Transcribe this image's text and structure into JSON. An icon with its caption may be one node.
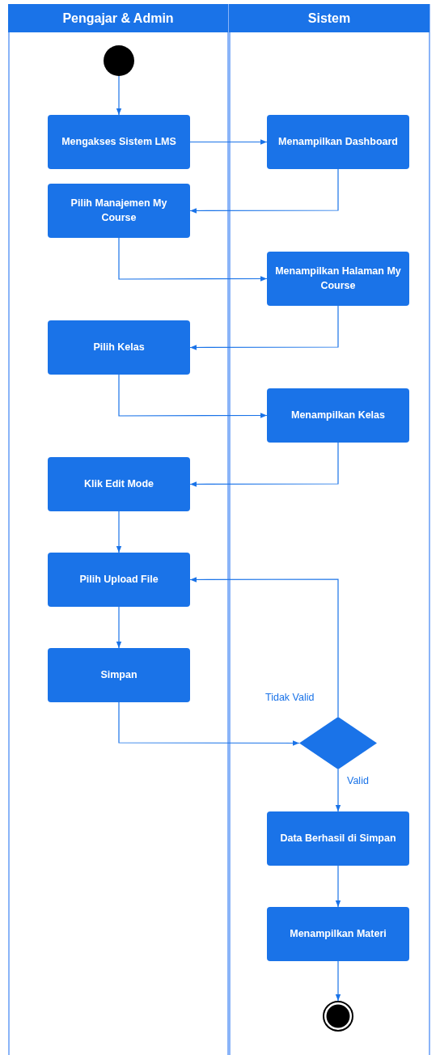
{
  "diagram": {
    "nodes": [
      {
        "text": [
          "Pengajar & Admin"
        ]
      },
      {
        "text": [
          "Sistem"
        ]
      },
      {
        "text": [],
        "shape": "circle",
        "in": 0
      },
      {
        "text": [
          "Mengakses Sistem LMS"
        ],
        "in": 0
      },
      {
        "text": [
          "Menampilkan Dashboard"
        ],
        "in": 1
      },
      {
        "text": [
          "Pilih Manajemen My Course"
        ],
        "in": 0
      },
      {
        "text": [
          "Menampilkan Halaman My Course"
        ],
        "in": 1
      },
      {
        "text": [
          "Pilih Kelas"
        ],
        "in": 0
      },
      {
        "text": [
          "Menampilkan Kelas"
        ],
        "in": 1
      },
      {
        "text": [
          "Klik Edit Mode"
        ],
        "in": 0
      },
      {
        "text": [
          "Pilih Upload File"
        ],
        "in": 0
      },
      {
        "text": [
          "Simpan"
        ],
        "in": 0
      },
      {
        "text": [],
        "shape": "diamond",
        "in": 1
      },
      {
        "text": [
          "Data Berhasil di Simpan"
        ],
        "in": 1
      },
      {
        "text": [
          "Menampilkan Materi"
        ],
        "in": 1
      },
      {
        "text": [],
        "shape": "circle",
        "in": 1
      }
    ],
    "edges": [
      {
        "from": 2,
        "to": 3,
        "arrow": "to"
      },
      {
        "from": 3,
        "to": 4,
        "arrow": "to"
      },
      {
        "from": 4,
        "to": 5,
        "arrow": "to"
      },
      {
        "from": 5,
        "to": 6,
        "arrow": "to"
      },
      {
        "from": 6,
        "to": 7,
        "arrow": "to"
      },
      {
        "from": 7,
        "to": 8,
        "arrow": "to"
      },
      {
        "from": 8,
        "to": 9,
        "arrow": "to"
      },
      {
        "from": 9,
        "to": 10,
        "arrow": "to"
      },
      {
        "from": 10,
        "to": 11,
        "arrow": "to"
      },
      {
        "from": 11,
        "to": 12,
        "arrow": "to"
      },
      {
        "from": 12,
        "to": 10,
        "arrow": "to",
        "label": "Tidak Valid"
      },
      {
        "from": 12,
        "to": 13,
        "arrow": "to",
        "label": "Valid"
      },
      {
        "from": 13,
        "to": 14,
        "arrow": "to"
      },
      {
        "from": 14,
        "to": 15,
        "arrow": "to"
      }
    ]
  }
}
